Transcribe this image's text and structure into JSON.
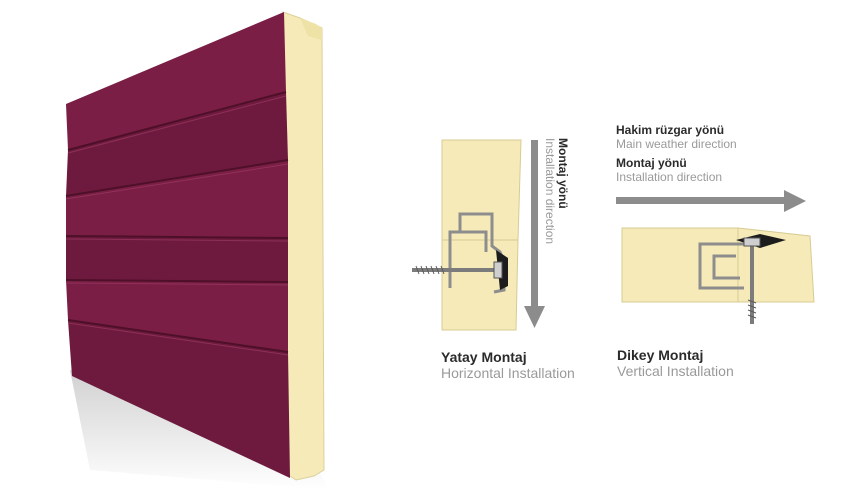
{
  "panel": {
    "face_color": "#7a1e46",
    "core_color": "#f5eab8"
  },
  "horizontal": {
    "title": "Yatay Montaj",
    "subtitle": "Horizontal Installation",
    "direction_title": "Montaj yönü",
    "direction_subtitle": "Installation direction",
    "arrow": "arrow-down-icon"
  },
  "vertical": {
    "title": "Dikey Montaj",
    "subtitle": "Vertical Installation",
    "weather_title": "Hakim rüzgar yönü",
    "weather_subtitle": "Main weather direction",
    "direction_title": "Montaj yönü",
    "direction_subtitle": "Installation direction",
    "arrow": "arrow-right-icon"
  },
  "colors": {
    "arrow": "#8c8c8c",
    "text_dark": "#2b2b2b",
    "text_grey": "#9a9a9a"
  }
}
